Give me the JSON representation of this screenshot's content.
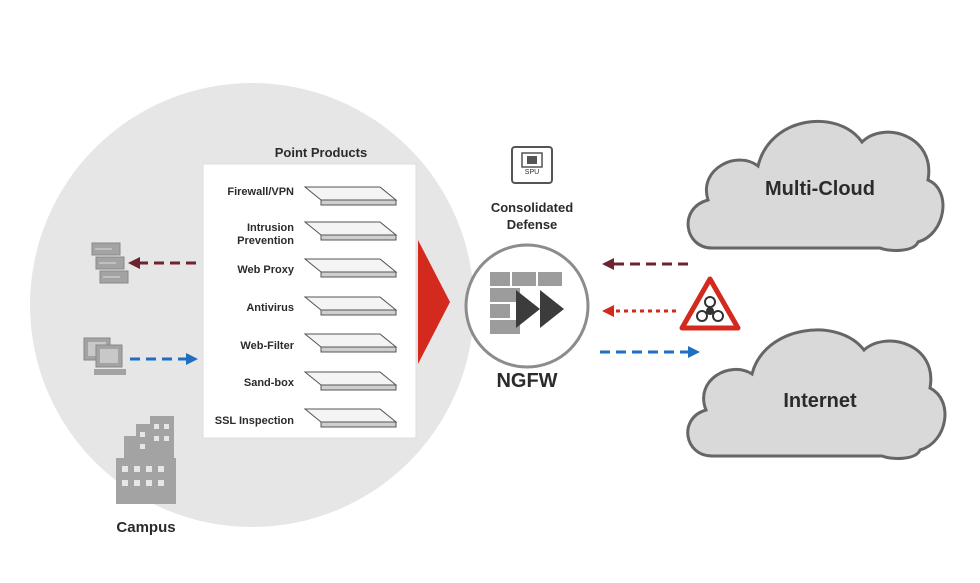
{
  "title_point_products": "Point Products",
  "products": [
    {
      "label": "Firewall/VPN"
    },
    {
      "label": "Intrusion\nPrevention"
    },
    {
      "label": "Web Proxy"
    },
    {
      "label": "Antivirus"
    },
    {
      "label": "Web-Filter"
    },
    {
      "label": "Sand-box"
    },
    {
      "label": "SSL Inspection"
    }
  ],
  "spu_chip_label": "SPU",
  "consolidated_defense": "Consolidated\nDefense",
  "ngfw_label": "NGFW",
  "campus_label": "Campus",
  "multicloud_label": "Multi-Cloud",
  "internet_label": "Internet",
  "icons": [
    "server-icon",
    "workstation-icon",
    "campus-building-icon",
    "spu-chip-icon",
    "ngfw-firewall-icon",
    "biohazard-warning-icon",
    "cloud-icon"
  ],
  "colors": {
    "circle_bg": "#e6e6e6",
    "arrow_red": "#d42a1e",
    "dash_maroon": "#6b2430",
    "dash_red": "#d42a1e",
    "dash_blue": "#1f6fc0",
    "cloud_fill": "#d9d9d9",
    "cloud_stroke": "#666666",
    "icon_gray": "#a3a3a3"
  }
}
